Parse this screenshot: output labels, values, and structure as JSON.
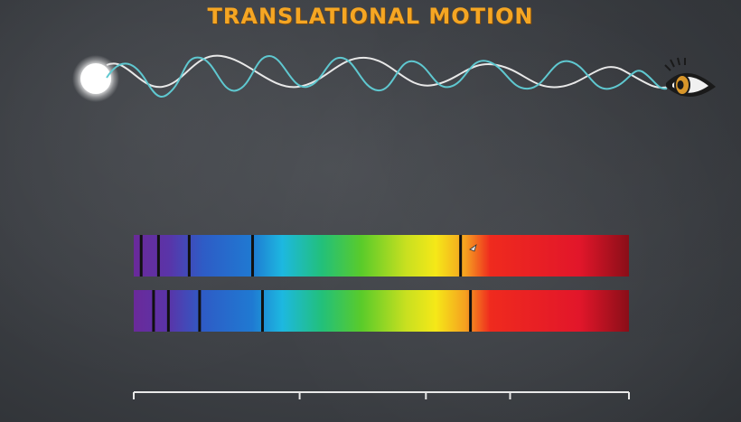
{
  "title": "TRANSLATIONAL MOTION",
  "source_icon": "light-source-icon",
  "observer_icon": "eye-icon",
  "colors": {
    "title": "#f5a623",
    "wave_white": "#e8e8e8",
    "wave_cyan": "#5fc8d0"
  },
  "spectrum_top": {
    "absorption_line_positions": [
      0.015,
      0.05,
      0.112,
      0.24,
      0.66
    ]
  },
  "spectrum_bottom": {
    "absorption_line_positions": [
      0.04,
      0.07,
      0.133,
      0.26,
      0.68
    ]
  },
  "scale_ticks": [
    0.0,
    0.335,
    0.59,
    0.76,
    1.0
  ]
}
